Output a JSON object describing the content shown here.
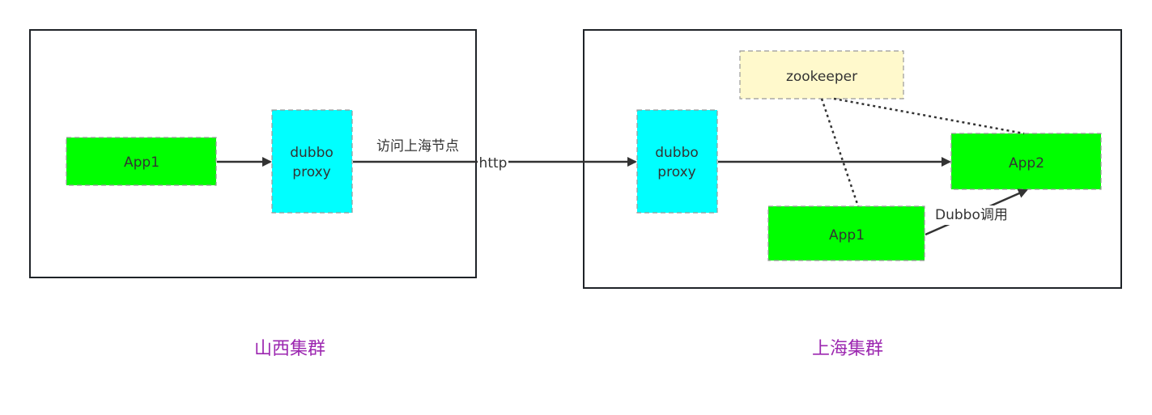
{
  "clusters": {
    "shanxi": {
      "label": "山西集群"
    },
    "shanghai": {
      "label": "上海集群"
    }
  },
  "nodes": {
    "shanxi_app1": {
      "label": "App1"
    },
    "shanxi_proxy": {
      "line1": "dubbo",
      "line2": "proxy"
    },
    "shanghai_proxy": {
      "line1": "dubbo",
      "line2": "proxy"
    },
    "zookeeper": {
      "label": "zookeeper"
    },
    "app2": {
      "label": "App2"
    },
    "shanghai_app1": {
      "label": "App1"
    }
  },
  "edges": {
    "cross_cluster_label": "访问上海节点",
    "cross_cluster_protocol": "http",
    "dubbo_call_label": "Dubbo调用"
  },
  "colors": {
    "app_fill": "#00ff00",
    "proxy_fill": "#00ffff",
    "zookeeper_fill": "#fff9cc",
    "cluster_label": "#9c27b0",
    "border": "#1f2328"
  }
}
